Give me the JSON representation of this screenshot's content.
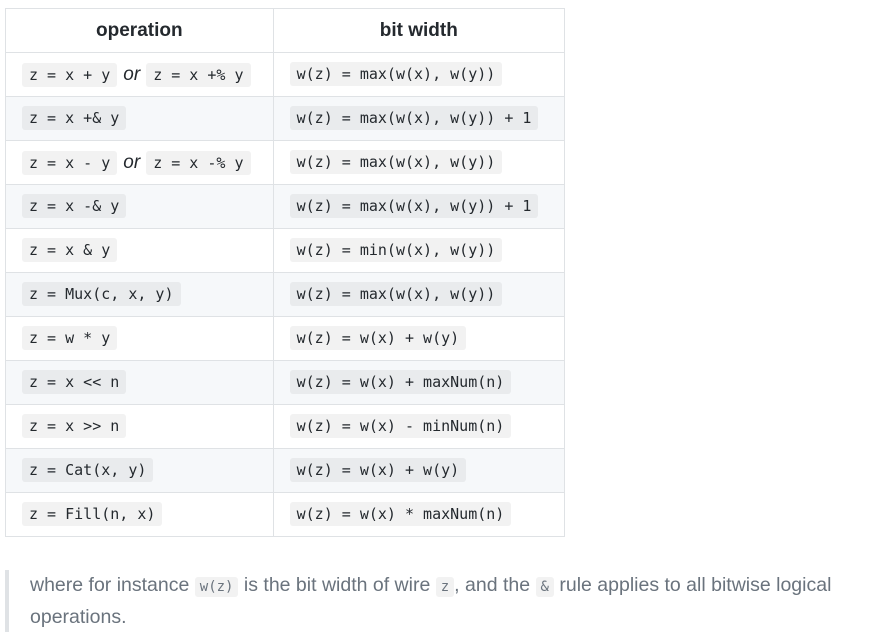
{
  "table": {
    "headers": [
      "operation",
      "bit width"
    ],
    "rows": [
      {
        "op": [
          "z = x + y",
          "z = x +% y"
        ],
        "width": "w(z) = max(w(x), w(y))"
      },
      {
        "op": [
          "z = x +& y"
        ],
        "width": "w(z) = max(w(x), w(y)) + 1"
      },
      {
        "op": [
          "z = x - y",
          "z = x -% y"
        ],
        "width": "w(z) = max(w(x), w(y))"
      },
      {
        "op": [
          "z = x -& y"
        ],
        "width": "w(z) = max(w(x), w(y)) + 1"
      },
      {
        "op": [
          "z = x & y"
        ],
        "width": "w(z) = min(w(x), w(y))"
      },
      {
        "op": [
          "z = Mux(c, x, y)"
        ],
        "width": "w(z) = max(w(x), w(y))"
      },
      {
        "op": [
          "z = w * y"
        ],
        "width": "w(z) = w(x) + w(y)"
      },
      {
        "op": [
          "z = x << n"
        ],
        "width": "w(z) = w(x) + maxNum(n)"
      },
      {
        "op": [
          "z = x >> n"
        ],
        "width": "w(z) = w(x) - minNum(n)"
      },
      {
        "op": [
          "z = Cat(x, y)"
        ],
        "width": "w(z) = w(x) + w(y)"
      },
      {
        "op": [
          "z = Fill(n, x)"
        ],
        "width": "w(z) = w(x) * maxNum(n)"
      }
    ],
    "or_word": "or"
  },
  "note": {
    "t1": "where for instance ",
    "c1": "w(z)",
    "t2": " is the bit width of wire ",
    "c2": "z",
    "t3": ", and the ",
    "c3": "&",
    "t4": " rule applies to all bitwise logical operations."
  }
}
